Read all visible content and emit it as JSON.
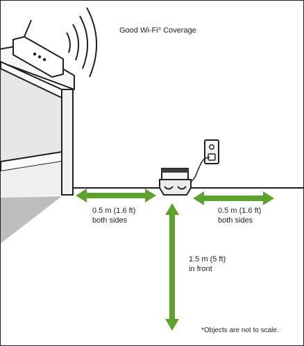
{
  "title": "Good Wi-Fi",
  "title_suffix": " Coverage",
  "title_mark": "®",
  "left_clearance": {
    "line1": "0.5 m (1.6 ft)",
    "line2": "both sides"
  },
  "right_clearance": {
    "line1": "0.5 m (1.6 ft)",
    "line2": "both sides"
  },
  "front_clearance": {
    "line1": "1.5 m (5 ft)",
    "line2": "in front"
  },
  "footnote": "*Objects are not to scale.",
  "colors": {
    "arrow": "#5ea22e",
    "line": "#1f1f1f",
    "shelf_light": "#f1f1f1",
    "shelf_shadow": "#d9d9d9",
    "floor_shadow": "#bdbdbd",
    "dock_base": "#e6e6e6",
    "outlet": "#ececec"
  }
}
